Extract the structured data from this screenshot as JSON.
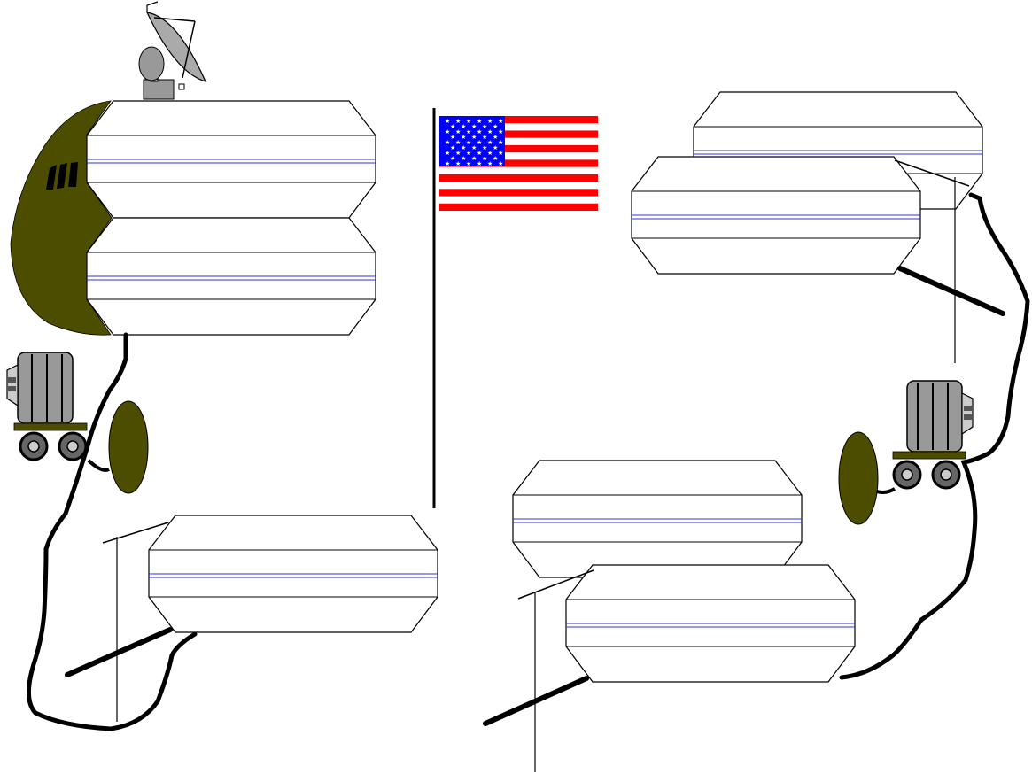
{
  "title": "",
  "colors": {
    "background": "#ffffff",
    "outline": "#000000",
    "accent_line": "#3333cc",
    "olive": "#4d4d00",
    "shelter_grey": "#999999",
    "flag_red": "#ff0000",
    "flag_blue": "#0000ff",
    "flag_white": "#ffffff"
  },
  "icons": [
    "satellite-dish-icon",
    "aircraft-nose-icon",
    "generator-trailer-icon",
    "us-flag-icon",
    "tent-module-icon",
    "vestibule-door-icon"
  ],
  "site_left": {
    "tent_modules": 3,
    "generators": 1,
    "dish_antennas": 1
  },
  "site_right": {
    "tent_modules": 4,
    "generators": 1
  }
}
